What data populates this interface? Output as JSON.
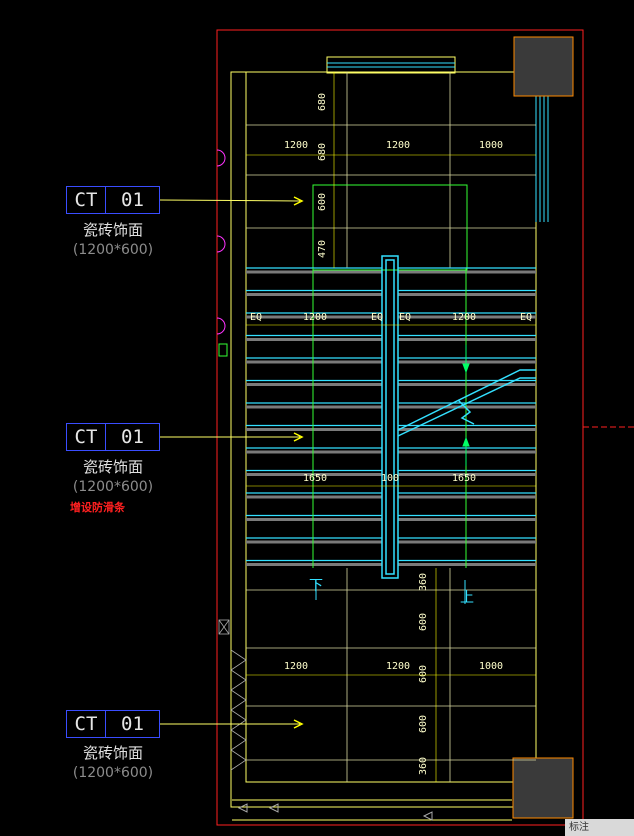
{
  "tags": [
    {
      "code": "CT",
      "num": "01",
      "title": "瓷砖饰面",
      "size": "(1200*600)",
      "note": ""
    },
    {
      "code": "CT",
      "num": "01",
      "title": "瓷砖饰面",
      "size": "(1200*600)",
      "note": "增设防滑条"
    },
    {
      "code": "CT",
      "num": "01",
      "title": "瓷砖饰面",
      "size": "(1200*600)",
      "note": ""
    }
  ],
  "dims": {
    "top_vertical": [
      "680",
      "680",
      "600",
      "470"
    ],
    "top_row": [
      "1200",
      "1200",
      "1000"
    ],
    "stair_row": [
      "EQ",
      "1200",
      "EQ",
      "EQ",
      "1200",
      "EQ"
    ],
    "stair_mid": [
      "1650",
      "100",
      "1650"
    ],
    "bottom_vertical": [
      "360",
      "600",
      "600",
      "600",
      "360"
    ],
    "bottom_row": [
      "1200",
      "1200",
      "1000"
    ]
  },
  "stair_labels": {
    "down": "下",
    "up": "上"
  },
  "colors": {
    "wall": "#ffff66",
    "stair": "#33e0ff",
    "dim": "#ffff00",
    "frame": "#ff2020",
    "tag": "#3a4dff",
    "green": "#33ff33"
  },
  "badge_text": "标注"
}
